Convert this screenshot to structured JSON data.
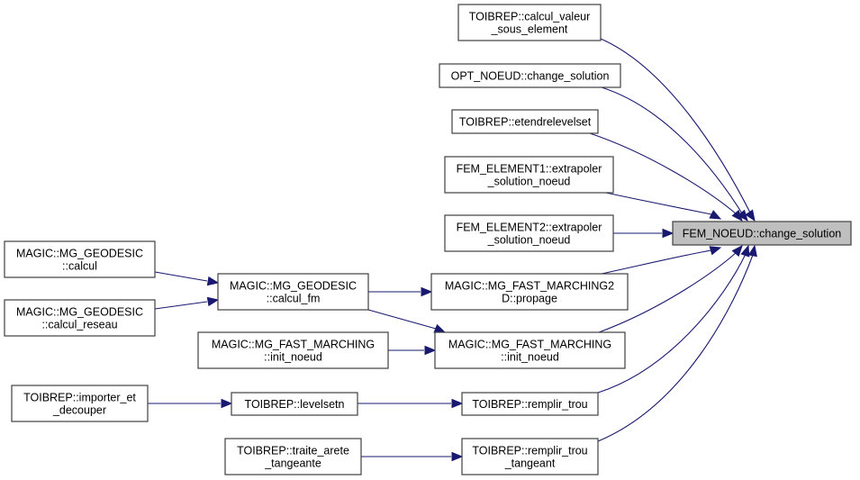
{
  "diagram": {
    "type": "caller-graph",
    "colors": {
      "edge": "#191970",
      "node_border": "#404040",
      "target_fill": "#bfbfbf",
      "node_fill": "#ffffff"
    },
    "target": "n_fem_noeud",
    "nodes": [
      {
        "id": "n_fem_noeud",
        "lines": [
          "FEM_NOEUD::change_solution"
        ],
        "target": true
      },
      {
        "id": "n_calcul_valeur",
        "lines": [
          "TOIBREP::calcul_valeur",
          "_sous_element"
        ]
      },
      {
        "id": "n_opt_noeud",
        "lines": [
          "OPT_NOEUD::change_solution"
        ]
      },
      {
        "id": "n_etendre",
        "lines": [
          "TOIBREP::etendrelevelset"
        ]
      },
      {
        "id": "n_fem_el1",
        "lines": [
          "FEM_ELEMENT1::extrapoler",
          "_solution_noeud"
        ]
      },
      {
        "id": "n_fem_el2",
        "lines": [
          "FEM_ELEMENT2::extrapoler",
          "_solution_noeud"
        ]
      },
      {
        "id": "n_geo_calcul",
        "lines": [
          "MAGIC::MG_GEODESIC",
          "::calcul"
        ]
      },
      {
        "id": "n_geo_reseau",
        "lines": [
          "MAGIC::MG_GEODESIC",
          "::calcul_reseau"
        ]
      },
      {
        "id": "n_geo_fm",
        "lines": [
          "MAGIC::MG_GEODESIC",
          "::calcul_fm"
        ]
      },
      {
        "id": "n_fm2d_propage",
        "lines": [
          "MAGIC::MG_FAST_MARCHING2",
          "D::propage"
        ]
      },
      {
        "id": "n_fm_init_left",
        "lines": [
          "MAGIC::MG_FAST_MARCHING",
          "::init_noeud"
        ]
      },
      {
        "id": "n_fm_init_right",
        "lines": [
          "MAGIC::MG_FAST_MARCHING",
          "::init_noeud"
        ]
      },
      {
        "id": "n_importer",
        "lines": [
          "TOIBREP::importer_et",
          "_decouper"
        ]
      },
      {
        "id": "n_levelsetn",
        "lines": [
          "TOIBREP::levelsetn"
        ]
      },
      {
        "id": "n_remplir_trou",
        "lines": [
          "TOIBREP::remplir_trou"
        ]
      },
      {
        "id": "n_traite_arete",
        "lines": [
          "TOIBREP::traite_arete",
          "_tangeante"
        ]
      },
      {
        "id": "n_remplir_tangeant",
        "lines": [
          "TOIBREP::remplir_trou",
          "_tangeant"
        ]
      }
    ],
    "edges": [
      {
        "from": "n_calcul_valeur",
        "to": "n_fem_noeud"
      },
      {
        "from": "n_opt_noeud",
        "to": "n_fem_noeud"
      },
      {
        "from": "n_etendre",
        "to": "n_fem_noeud"
      },
      {
        "from": "n_fem_el1",
        "to": "n_fem_noeud"
      },
      {
        "from": "n_fem_el2",
        "to": "n_fem_noeud"
      },
      {
        "from": "n_fm2d_propage",
        "to": "n_fem_noeud"
      },
      {
        "from": "n_fm_init_right",
        "to": "n_fem_noeud"
      },
      {
        "from": "n_remplir_trou",
        "to": "n_fem_noeud"
      },
      {
        "from": "n_remplir_tangeant",
        "to": "n_fem_noeud"
      },
      {
        "from": "n_geo_calcul",
        "to": "n_geo_fm"
      },
      {
        "from": "n_geo_reseau",
        "to": "n_geo_fm"
      },
      {
        "from": "n_geo_fm",
        "to": "n_fm2d_propage"
      },
      {
        "from": "n_geo_fm",
        "to": "n_fm_init_right"
      },
      {
        "from": "n_fm_init_left",
        "to": "n_fm_init_right"
      },
      {
        "from": "n_importer",
        "to": "n_levelsetn"
      },
      {
        "from": "n_levelsetn",
        "to": "n_remplir_trou"
      },
      {
        "from": "n_traite_arete",
        "to": "n_remplir_tangeant"
      }
    ]
  }
}
